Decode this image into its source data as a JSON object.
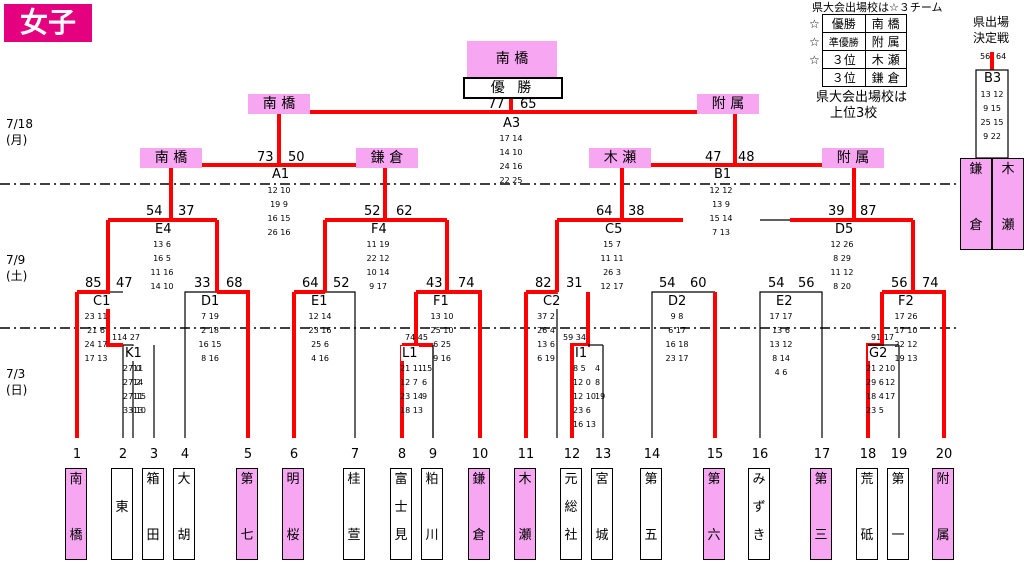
{
  "header": {
    "tag": "女子"
  },
  "dates": {
    "d1": "7/18\n(月)",
    "d2": "7/9\n(土)",
    "d3": "7/3\n(日)"
  },
  "champion": {
    "school": "南 橋",
    "label": "優  勝",
    "score_left": "77",
    "score_right": "65",
    "match": "A3",
    "details": "17 14\n14 10\n24 16\n22 25"
  },
  "semis": {
    "left_school": "南 橋",
    "right_school": "附 属"
  },
  "quarters": {
    "a1_left": "南 橋",
    "a1_right": "鎌 倉",
    "b1_left": "木 瀬",
    "b1_right": "附 属"
  },
  "results": {
    "header": "県大会出場校は☆３チーム",
    "rows": [
      {
        "star": "☆",
        "rank": "優勝",
        "school": "南 橋"
      },
      {
        "star": "☆",
        "rank": "準優勝",
        "school": "附 属"
      },
      {
        "star": "☆",
        "rank": "３位",
        "school": "木 瀬"
      },
      {
        "star": "",
        "rank": "３位",
        "school": "鎌 倉"
      }
    ],
    "footer1": "県大会出場校は",
    "footer2": "上位3校"
  },
  "qualifier": {
    "title": "県出場\n決定戦",
    "match": "B3",
    "score_left": "56",
    "score_right": "64",
    "details": "13 12\n9 15\n25 15\n9 22",
    "team_left": "鎌\n\n\n\n倉",
    "team_right": "木\n\n\n\n瀬"
  },
  "matches": {
    "A1": {
      "code": "A1",
      "l": "73",
      "r": "50",
      "d": "12 10\n19 9\n16 15\n26 16"
    },
    "B1": {
      "code": "B1",
      "l": "47",
      "r": "48",
      "d": "12 12\n13 9\n15 14\n7 13"
    },
    "E4": {
      "code": "E4",
      "l": "54",
      "r": "37",
      "d": "13 6\n16 5\n11 16\n14 10"
    },
    "F4": {
      "code": "F4",
      "l": "52",
      "r": "62",
      "d": "11 19\n22 12\n10 14\n9 17"
    },
    "C5": {
      "code": "C5",
      "l": "64",
      "r": "38",
      "d": "15 7\n11 11\n26 3\n12 17"
    },
    "D5": {
      "code": "D5",
      "l": "39",
      "r": "87",
      "d": "12 26\n8 29\n11 12\n8 20"
    },
    "C1": {
      "code": "C1",
      "l": "85",
      "r": "47",
      "d": "23 11\n21 6\n24 17\n17 13"
    },
    "D1": {
      "code": "D1",
      "l": "33",
      "r": "68",
      "d": "7 19\n2 18\n16 15\n8 16"
    },
    "E1": {
      "code": "E1",
      "l": "64",
      "r": "52",
      "d": "12 14\n23 16\n25 6\n4 16"
    },
    "F1": {
      "code": "F1",
      "l": "43",
      "r": "74",
      "d": "13 10\n25 10\n6 25\n9 16"
    },
    "C2": {
      "code": "C2",
      "l": "82",
      "r": "31",
      "d": "37 2\n26 4\n13 6\n6 19"
    },
    "D2": {
      "code": "D2",
      "l": "54",
      "r": "60",
      "d": "9 8\n6 17\n16 18\n23 17"
    },
    "E2": {
      "code": "E2",
      "l": "54",
      "r": "56",
      "d": "17 17\n13 6\n13 12\n8 14\n4 6"
    },
    "F2": {
      "code": "F2",
      "l": "56",
      "r": "74",
      "d": "17 26\n17 10\n22 12\n19 13"
    },
    "K1": {
      "code": "K1",
      "l": "114",
      "r": "27",
      "d": "27 0\n27 2\n27 15\n33 10"
    },
    "L1": {
      "code": "L1",
      "l": "74",
      "r": "45",
      "d": "21 11\n12 7\n23 14\n18 13"
    },
    "I1": {
      "code": "I1",
      "l": "59",
      "r": "34",
      "d": "8 5\n12 0\n12 10\n23 6\n16 13"
    },
    "G2": {
      "code": "G2",
      "l": "91",
      "r": "17",
      "d": "21 2\n29 6\n18 4\n23 5"
    }
  },
  "k1_extra": "11\n14\n11\n13",
  "l1_extra": "15\n6\n9",
  "i1_extra": "4\n8\n19",
  "g2_extra": "10\n12\n17",
  "schools": [
    {
      "n": "1",
      "name": "南\n\n\n\n橋",
      "p": true
    },
    {
      "n": "2",
      "name": "\n\n東\n\n",
      "p": false
    },
    {
      "n": "3",
      "name": "箱\n\n\n\n田",
      "p": false
    },
    {
      "n": "4",
      "name": "大\n\n\n\n胡",
      "p": false
    },
    {
      "n": "5",
      "name": "第\n\n\n\n七",
      "p": true
    },
    {
      "n": "6",
      "name": "明\n\n\n\n桜",
      "p": true
    },
    {
      "n": "7",
      "name": "桂\n\n\n\n萱",
      "p": false
    },
    {
      "n": "8",
      "name": "富\n\n士\n\n見",
      "p": false
    },
    {
      "n": "9",
      "name": "粕\n\n\n\n川",
      "p": false
    },
    {
      "n": "10",
      "name": "鎌\n\n\n\n倉",
      "p": true
    },
    {
      "n": "11",
      "name": "木\n\n\n\n瀬",
      "p": true
    },
    {
      "n": "12",
      "name": "元\n\n総\n\n社",
      "p": false
    },
    {
      "n": "13",
      "name": "宮\n\n\n\n城",
      "p": false
    },
    {
      "n": "14",
      "name": "第\n\n\n\n五",
      "p": false
    },
    {
      "n": "15",
      "name": "第\n\n\n\n六",
      "p": true
    },
    {
      "n": "16",
      "name": "み\n\nず\n\nき",
      "p": false
    },
    {
      "n": "17",
      "name": "第\n\n\n\n三",
      "p": true
    },
    {
      "n": "18",
      "name": "荒\n\n\n\n砥",
      "p": false
    },
    {
      "n": "19",
      "name": "第\n\n\n\n一",
      "p": false
    },
    {
      "n": "20",
      "name": "附\n\n\n\n属",
      "p": true
    }
  ],
  "colors": {
    "win": "#ff0000",
    "pink": "#f7a6f2",
    "tag": "#e4007f"
  }
}
